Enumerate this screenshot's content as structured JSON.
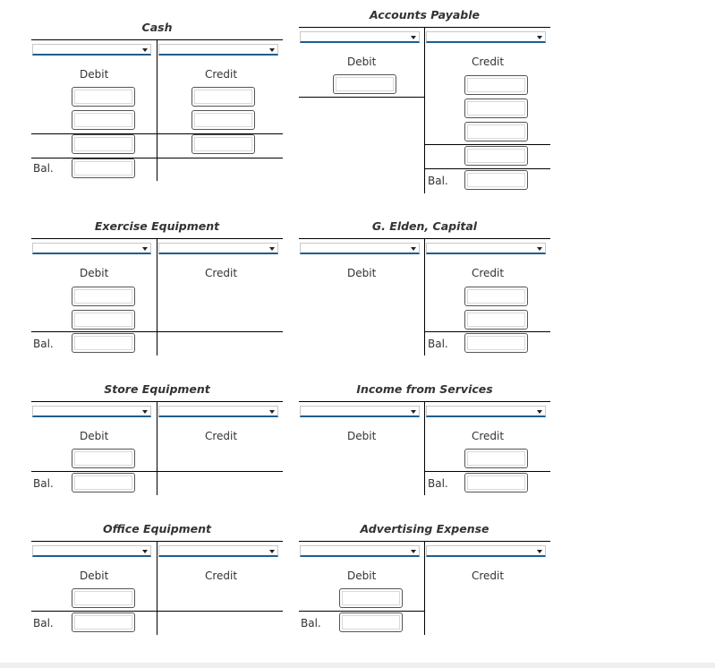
{
  "labels": {
    "debit": "Debit",
    "credit": "Credit",
    "bal": "Bal."
  },
  "accounts": {
    "cash": {
      "title": "Cash"
    },
    "accounts_payable": {
      "title": "Accounts Payable"
    },
    "exercise_equipment": {
      "title": "Exercise Equipment"
    },
    "capital": {
      "title": "G. Elden, Capital"
    },
    "store_equipment": {
      "title": "Store Equipment"
    },
    "income_services": {
      "title": "Income from Services"
    },
    "office_equipment": {
      "title": "Office Equipment"
    },
    "advertising_expense": {
      "title": "Advertising Expense"
    }
  }
}
